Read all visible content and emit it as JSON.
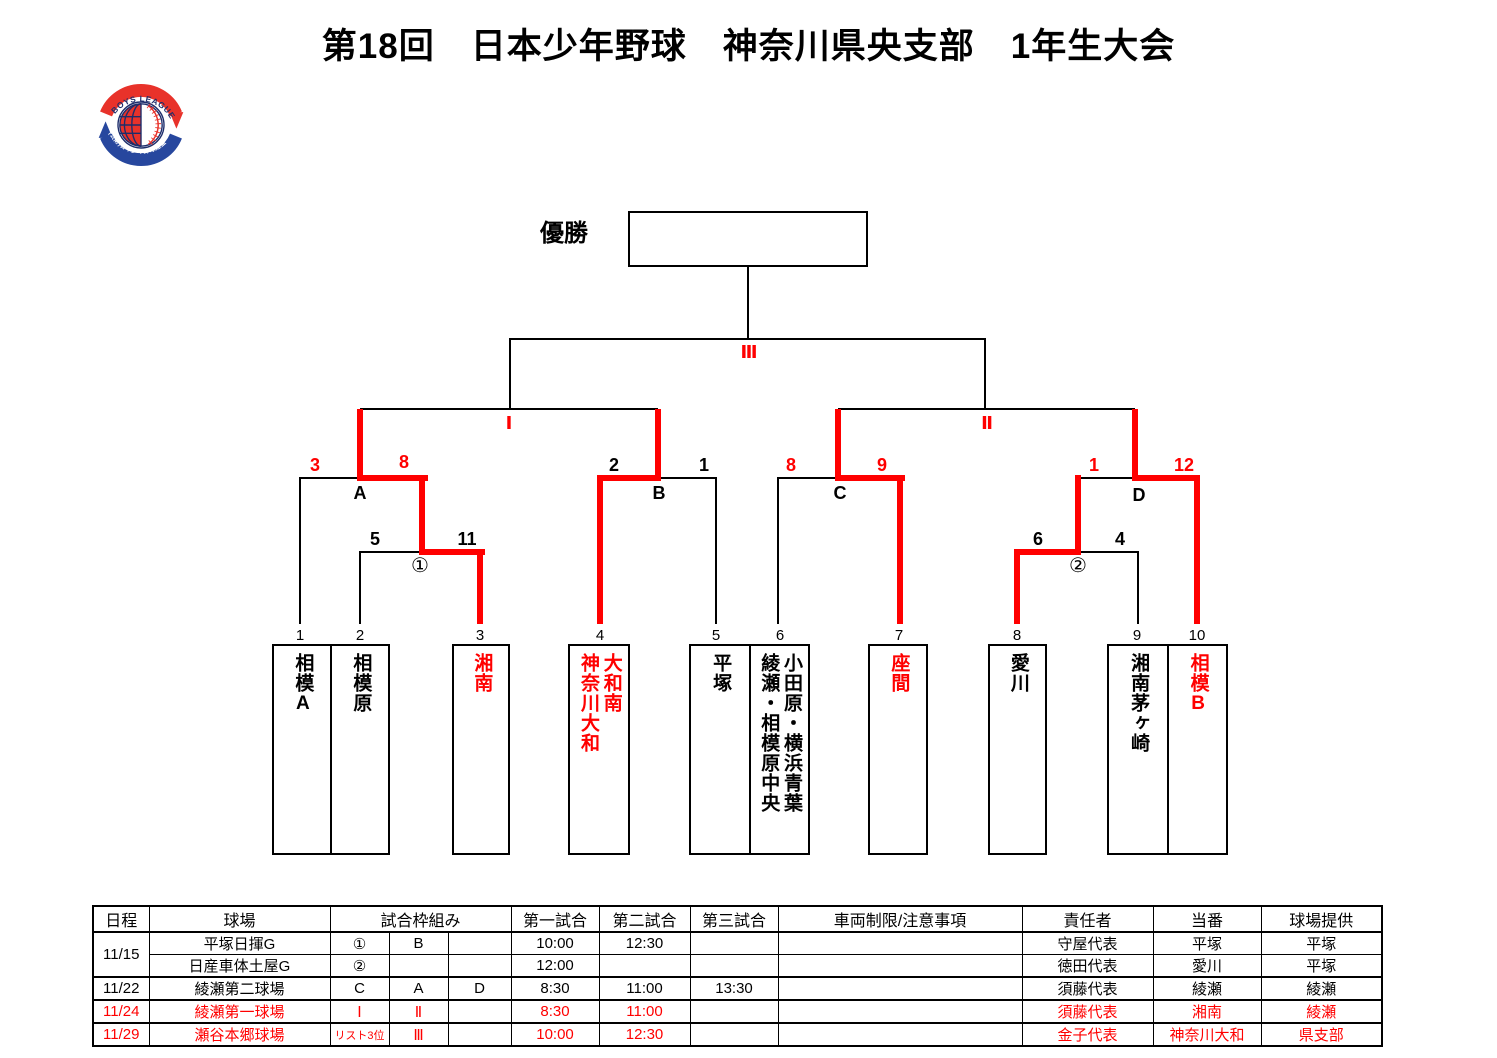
{
  "title": "第18回　日本少年野球　神奈川県央支部　1年生大会",
  "logo": {
    "top_text": "BOYS LEAGUE",
    "bottom_text": "(公財)日本少年野球連盟",
    "ring_red": "#e8322a",
    "ring_blue": "#27479e"
  },
  "champion": {
    "label": "優勝",
    "value": ""
  },
  "bracket": {
    "round_labels": {
      "semi_left": "Ⅰ",
      "semi_right": "Ⅱ",
      "final": "Ⅲ"
    },
    "matches": [
      {
        "id": "A",
        "label": "A",
        "left_score": "3",
        "right_score": "8",
        "score_color": "red"
      },
      {
        "id": "B",
        "label": "B",
        "left_score": "2",
        "right_score": "1",
        "score_color": "black"
      },
      {
        "id": "C",
        "label": "C",
        "left_score": "8",
        "right_score": "9",
        "score_color": "red"
      },
      {
        "id": "D",
        "label": "D",
        "left_score": "1",
        "right_score": "12",
        "score_color": "red"
      },
      {
        "id": "R1",
        "label": "①",
        "left_score": "5",
        "right_score": "11",
        "score_color": "black"
      },
      {
        "id": "R2",
        "label": "②",
        "left_score": "6",
        "right_score": "4",
        "score_color": "black"
      }
    ],
    "teams": [
      {
        "seed": "1",
        "name": "相模A",
        "highlight": false
      },
      {
        "seed": "2",
        "name": "相模原",
        "highlight": false
      },
      {
        "seed": "3",
        "name": "湘南",
        "highlight": true
      },
      {
        "seed": "4",
        "name": "大和南\n神奈川大和",
        "highlight": true
      },
      {
        "seed": "5",
        "name": "平塚",
        "highlight": false
      },
      {
        "seed": "6",
        "name": "小田原・横浜青葉\n綾瀬・相模原中央",
        "highlight": false
      },
      {
        "seed": "7",
        "name": "座間",
        "highlight": true
      },
      {
        "seed": "8",
        "name": "愛川",
        "highlight": false
      },
      {
        "seed": "9",
        "name": "湘南茅ヶ崎",
        "highlight": false
      },
      {
        "seed": "10",
        "name": "相模B",
        "highlight": true
      }
    ]
  },
  "schedule": {
    "headers": [
      "日程",
      "球場",
      "試合枠組み",
      "第一試合",
      "第二試合",
      "第三試合",
      "車両制限/注意事項",
      "責任者",
      "当番",
      "球場提供"
    ],
    "rows": [
      [
        "11/15",
        "平塚日揮G",
        "①",
        "B",
        "",
        "10:00",
        "12:30",
        "",
        "",
        "守屋代表",
        "平塚",
        "平塚"
      ],
      [
        "",
        "日産車体土屋G",
        "②",
        "",
        "",
        "12:00",
        "",
        "",
        "",
        "徳田代表",
        "愛川",
        "平塚"
      ],
      [
        "11/22",
        "綾瀬第二球場",
        "C",
        "A",
        "D",
        "8:30",
        "11:00",
        "13:30",
        "",
        "須藤代表",
        "綾瀬",
        "綾瀬"
      ],
      [
        "11/24",
        "綾瀬第一球場",
        "Ⅰ",
        "Ⅱ",
        "",
        "8:30",
        "11:00",
        "",
        "",
        "須藤代表",
        "湘南",
        "綾瀬"
      ],
      [
        "11/29",
        "瀬谷本郷球場",
        "リスト3位",
        "Ⅲ",
        "",
        "10:00",
        "12:30",
        "",
        "",
        "金子代表",
        "神奈川大和",
        "県支部"
      ]
    ],
    "row_colors": [
      "black",
      "black",
      "black",
      "red",
      "red"
    ]
  },
  "colors": {
    "accent_red": "#ff0000",
    "line_black": "#000000"
  }
}
